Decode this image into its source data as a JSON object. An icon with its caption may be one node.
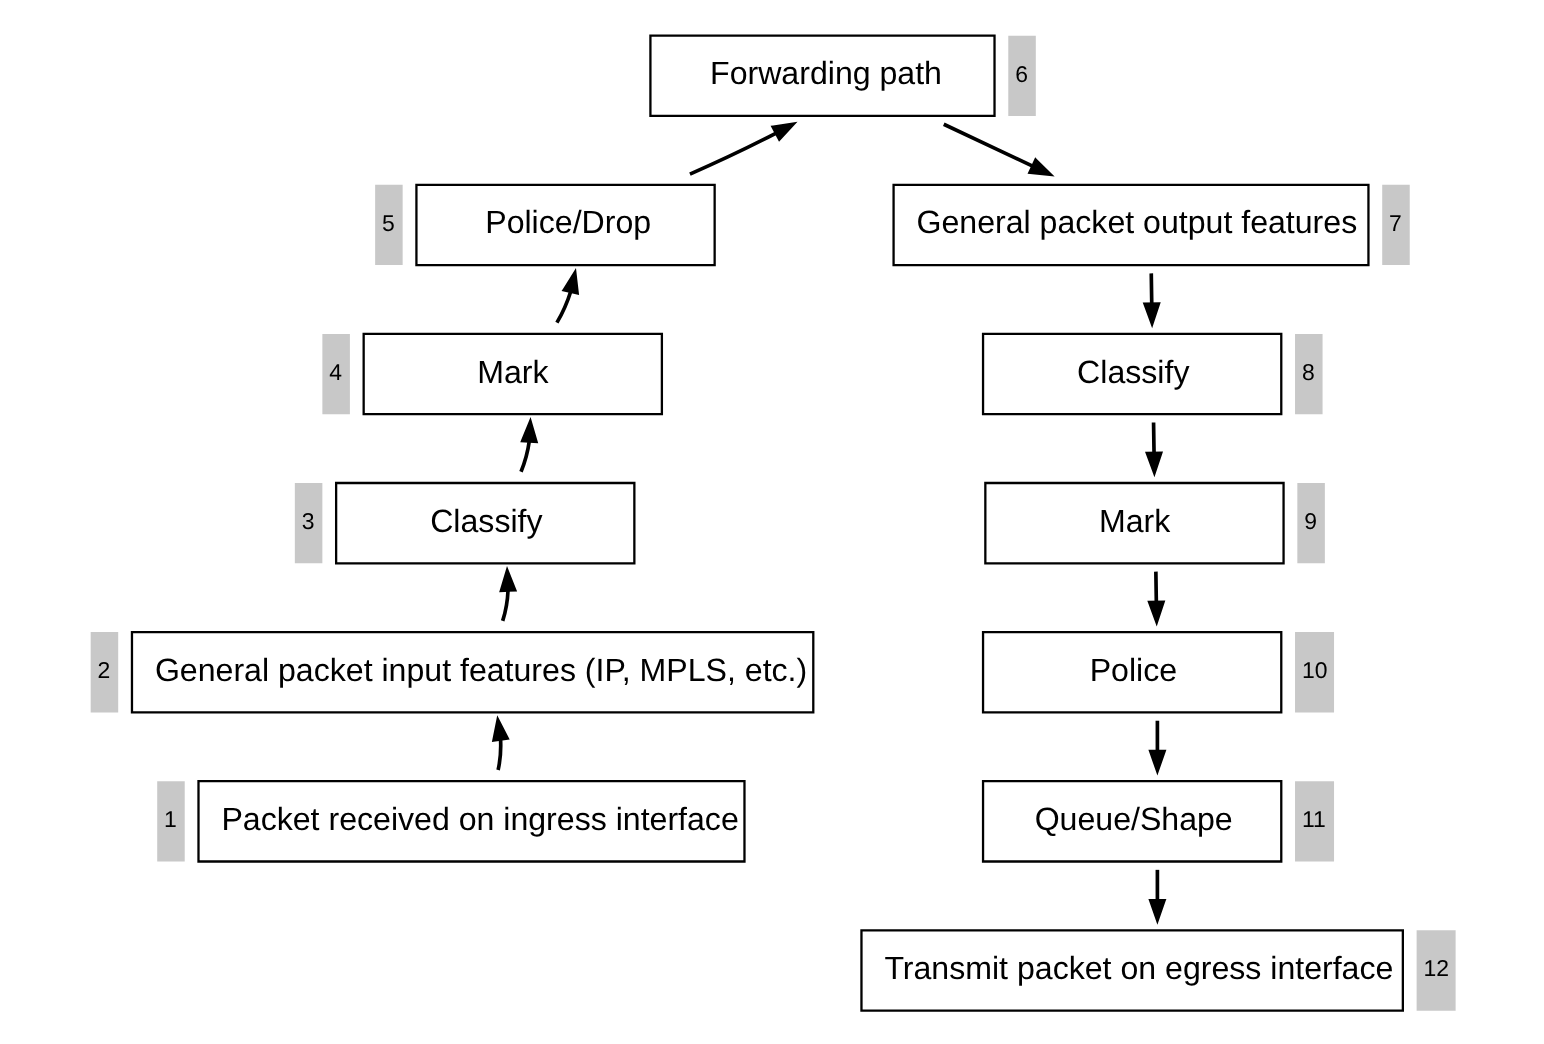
{
  "diagram": {
    "nodes": [
      {
        "text": [
          "Packet received on ingress interface"
        ],
        "beside": [
          "1"
        ]
      },
      {
        "text": [
          "General packet input features (IP, MPLS, etc.)"
        ],
        "beside": [
          "2"
        ]
      },
      {
        "text": [
          "Classify"
        ],
        "beside": [
          "3"
        ]
      },
      {
        "text": [
          "Mark"
        ],
        "beside": [
          "4"
        ]
      },
      {
        "text": [
          "Police/Drop"
        ],
        "beside": [
          "5"
        ]
      },
      {
        "text": [
          "Forwarding path"
        ],
        "beside": [
          "6"
        ]
      },
      {
        "text": [
          "General packet output features"
        ],
        "beside": [
          "7"
        ]
      },
      {
        "text": [
          "Classify"
        ],
        "beside": [
          "8"
        ]
      },
      {
        "text": [
          "Mark"
        ],
        "beside": [
          "9"
        ]
      },
      {
        "text": [
          "Police"
        ],
        "beside": [
          "10"
        ]
      },
      {
        "text": [
          "Queue/Shape"
        ],
        "beside": [
          "11"
        ]
      },
      {
        "text": [
          "Transmit packet on egress interface"
        ],
        "beside": [
          "12"
        ]
      }
    ],
    "edges": [
      {
        "from": 0,
        "to": 1,
        "arrow": "to"
      },
      {
        "from": 1,
        "to": 2,
        "arrow": "to"
      },
      {
        "from": 2,
        "to": 3,
        "arrow": "to"
      },
      {
        "from": 3,
        "to": 4,
        "arrow": "to"
      },
      {
        "from": 4,
        "to": 5,
        "arrow": "to"
      },
      {
        "from": 5,
        "to": 6,
        "arrow": "to"
      },
      {
        "from": 6,
        "to": 7,
        "arrow": "to"
      },
      {
        "from": 7,
        "to": 8,
        "arrow": "to"
      },
      {
        "from": 8,
        "to": 9,
        "arrow": "to"
      },
      {
        "from": 9,
        "to": 10,
        "arrow": "to"
      },
      {
        "from": 10,
        "to": 11,
        "arrow": "to"
      }
    ]
  }
}
